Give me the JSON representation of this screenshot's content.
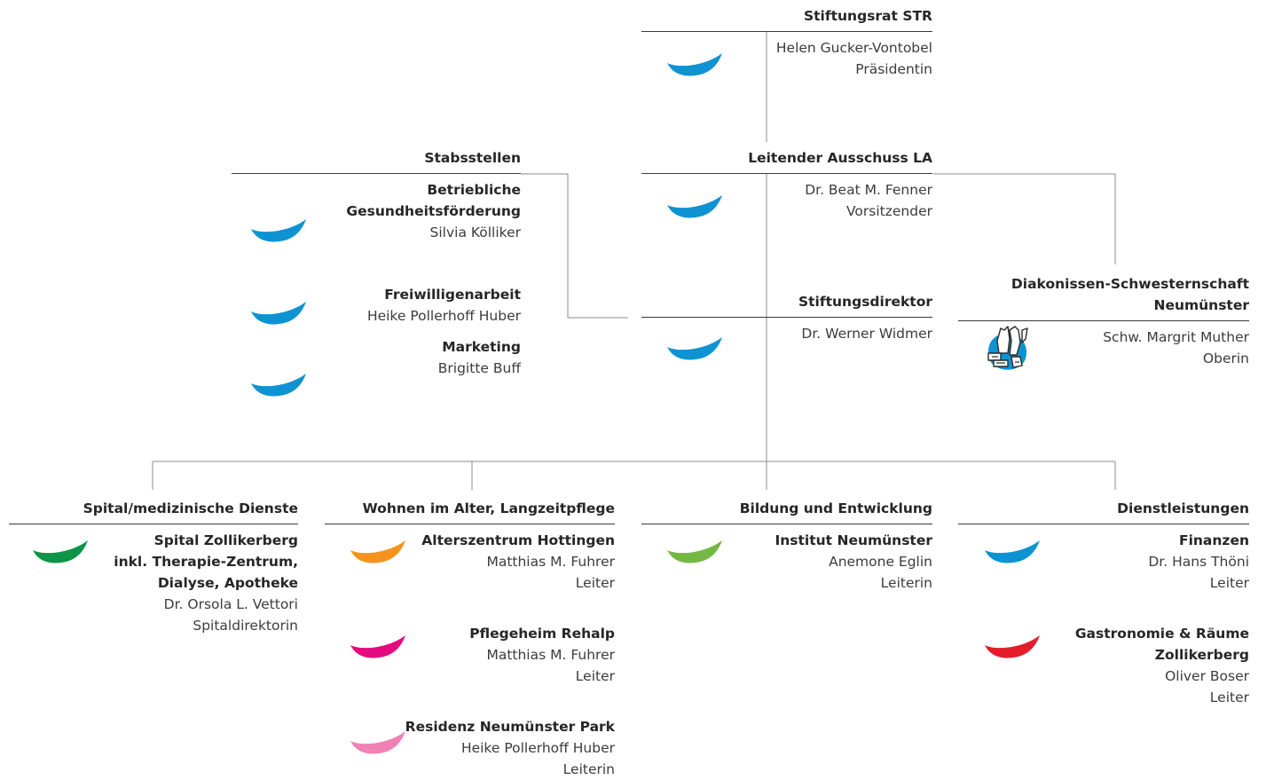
{
  "board": {
    "title": "Stiftungsrat STR",
    "person": "Helen Gucker-Vontobel",
    "role": "Präsidentin"
  },
  "committee": {
    "title": "Leitender Ausschuss LA",
    "person": "Dr. Beat M. Fenner",
    "role": "Vorsitzender"
  },
  "director": {
    "title": "Stiftungsdirektor",
    "person": "Dr. Werner Widmer"
  },
  "staff": {
    "title": "Stabsstellen",
    "items": [
      {
        "name_line1": "Betriebliche",
        "name_line2": "Gesundheitsförderung",
        "person": "Silvia Kölliker"
      },
      {
        "name": "Freiwilligenarbeit",
        "person": "Heike Pollerhoff Huber"
      },
      {
        "name": "Marketing",
        "person": "Brigitte Buff"
      }
    ]
  },
  "deaconess": {
    "title_line1": "Diakonissen-Schwesternschaft",
    "title_line2": "Neumünster",
    "person": "Schw. Margrit Muther",
    "role": "Oberin"
  },
  "divisions": [
    {
      "title": "Spital/medizinische Dienste",
      "units": [
        {
          "name_lines": [
            "Spital Zollikerberg",
            "inkl. Therapie-Zentrum,",
            "Dialyse, Apotheke"
          ],
          "person": "Dr. Orsola L. Vettori",
          "role": "Spitaldirektorin",
          "color": "#0e9447"
        }
      ]
    },
    {
      "title": "Wohnen im Alter, Langzeitpflege",
      "units": [
        {
          "name_lines": [
            "Alterszentrum Hottingen"
          ],
          "person": "Matthias M. Fuhrer",
          "role": "Leiter",
          "color": "#f5931e"
        },
        {
          "name_lines": [
            "Pflegeheim Rehalp"
          ],
          "person": "Matthias M. Fuhrer",
          "role": "Leiter",
          "color": "#e5087e"
        },
        {
          "name_lines": [
            "Residenz Neumünster Park"
          ],
          "person": "Heike Pollerhoff Huber",
          "role": "Leiterin",
          "color": "#f081b4"
        }
      ]
    },
    {
      "title": "Bildung und Entwicklung",
      "units": [
        {
          "name_lines": [
            "Institut Neumünster"
          ],
          "person": "Anemone Eglin",
          "role": "Leiterin",
          "color": "#74b843"
        }
      ]
    },
    {
      "title": "Dienstleistungen",
      "units": [
        {
          "name_lines": [
            "Finanzen"
          ],
          "person": "Dr. Hans Thöni",
          "role": "Leiter",
          "color": "#0e93d2"
        },
        {
          "name_lines": [
            "Gastronomie & Räume",
            "Zollikerberg"
          ],
          "person": "Oliver Boser",
          "role": "Leiter",
          "color": "#e31e2a"
        }
      ]
    }
  ],
  "colors": {
    "brand_blue": "#0e93d2",
    "line": "#8c8c8c",
    "rule": "#3a3a3a"
  }
}
